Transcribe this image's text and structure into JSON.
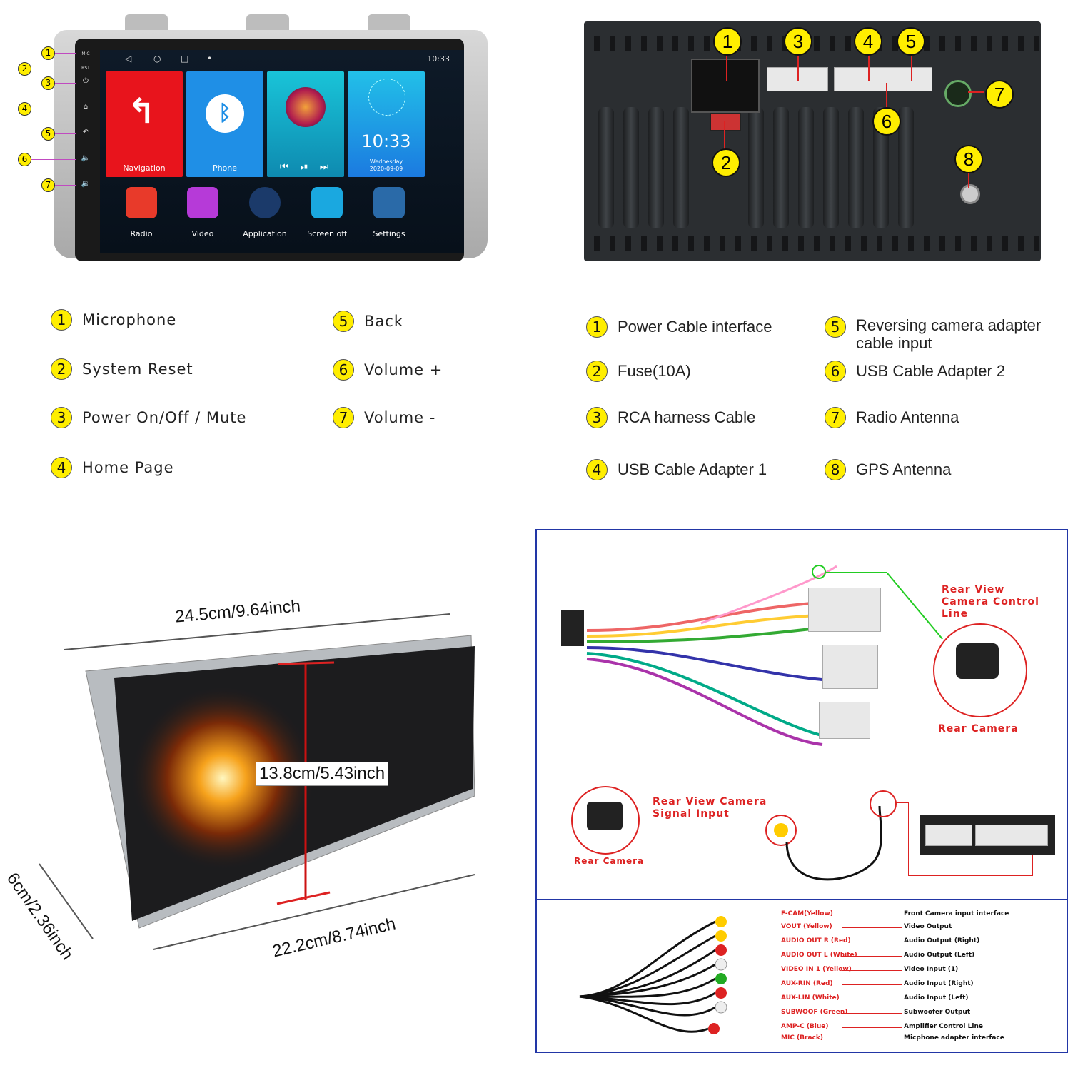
{
  "front_unit": {
    "side_labels": {
      "mic": "MIC",
      "rst": "RST"
    },
    "status_time": "10:33",
    "tiles": [
      {
        "label": "Navigation",
        "color": "#e8141c"
      },
      {
        "label": "Phone",
        "color": "#1f8fe6"
      },
      {
        "label": "",
        "color": "#14b6c8"
      },
      {
        "label": "",
        "color": "#1fa8e8"
      }
    ],
    "clock": {
      "time": "10:33",
      "day": "Wednesday",
      "date": "2020-09-09"
    },
    "apps": [
      {
        "label": "Radio",
        "icon": "radio-icon",
        "color": "#e83a2a"
      },
      {
        "label": "Video",
        "icon": "video-icon",
        "color": "#b63ad8"
      },
      {
        "label": "Application",
        "icon": "apps-grid-icon",
        "color": "#1b3a6a"
      },
      {
        "label": "Screen off",
        "icon": "power-icon",
        "color": "#1aa8e0"
      },
      {
        "label": "Settings",
        "icon": "gear-icon",
        "color": "#2a6aa8"
      }
    ],
    "callouts": [
      "1",
      "2",
      "3",
      "4",
      "5",
      "6",
      "7"
    ]
  },
  "rear_unit": {
    "callouts": [
      "1",
      "2",
      "3",
      "4",
      "5",
      "6",
      "7",
      "8"
    ]
  },
  "legend_front": [
    {
      "num": "1",
      "text": "Microphone"
    },
    {
      "num": "2",
      "text": "System Reset"
    },
    {
      "num": "3",
      "text": "Power On/Off / Mute"
    },
    {
      "num": "4",
      "text": "Home Page"
    },
    {
      "num": "5",
      "text": "Back"
    },
    {
      "num": "6",
      "text": "Volume +"
    },
    {
      "num": "7",
      "text": "Volume -"
    }
  ],
  "legend_rear": [
    {
      "num": "1",
      "text": "Power Cable interface"
    },
    {
      "num": "2",
      "text": "Fuse(10A)"
    },
    {
      "num": "3",
      "text": "RCA harness Cable"
    },
    {
      "num": "4",
      "text": "USB Cable Adapter 1"
    },
    {
      "num": "5",
      "text": "Reversing camera adapter cable input"
    },
    {
      "num": "6",
      "text": "USB Cable Adapter 2"
    },
    {
      "num": "7",
      "text": "Radio Antenna"
    },
    {
      "num": "8",
      "text": "GPS Antenna"
    }
  ],
  "dimensions": {
    "width_top": "24.5cm/9.64inch",
    "screen_height": "13.8cm/5.43inch",
    "width_bottom": "22.2cm/8.74inch",
    "depth": "6cm/2.36inch"
  },
  "wiring": {
    "box1": {
      "title": "Rear View Camera Control Line",
      "camera_label": "Rear Camera"
    },
    "box2": {
      "title": "Rear View Camera Signal Input",
      "camera_label": "Rear Camera"
    },
    "rca": [
      {
        "left": "F-CAM(Yellow)",
        "right": "Front Camera input interface"
      },
      {
        "left": "VOUT (Yellow)",
        "right": "Video Output"
      },
      {
        "left": "AUDIO OUT R (Red)",
        "right": "Audio Output (Right)"
      },
      {
        "left": "AUDIO OUT L (White)",
        "right": "Audio Output (Left)"
      },
      {
        "left": "VIDEO IN 1 (Yellow)",
        "right": "Video Input (1)"
      },
      {
        "left": "AUX-RIN (Red)",
        "right": "Audio Input (Right)"
      },
      {
        "left": "AUX-LIN (White)",
        "right": "Audio Input (Left)"
      },
      {
        "left": "SUBWOOF (Green)",
        "right": "Subwoofer Output"
      },
      {
        "left": "AMP-C (Blue)",
        "right": "Amplifier Control Line"
      },
      {
        "left": "MIC (Brack)",
        "right": "Micphone adapter interface"
      }
    ]
  }
}
